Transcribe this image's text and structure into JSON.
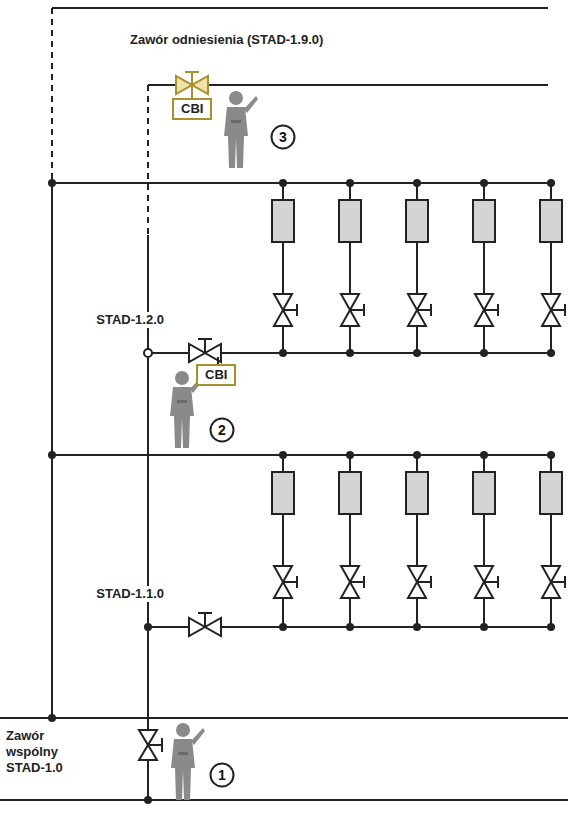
{
  "diagram": {
    "nodes": [
      {
        "text": [
          "CBI"
        ]
      },
      {
        "text": [
          "3"
        ]
      },
      {
        "text": [
          "CBI"
        ]
      },
      {
        "text": [
          "2"
        ]
      },
      {
        "text": [
          "1"
        ]
      }
    ],
    "labels": [
      "Zawór odniesienia (STAD-1.9.0)",
      "STAD-1.2.0",
      "STAD-1.1.0",
      "Zawór wspólny STAD-1.0"
    ]
  }
}
